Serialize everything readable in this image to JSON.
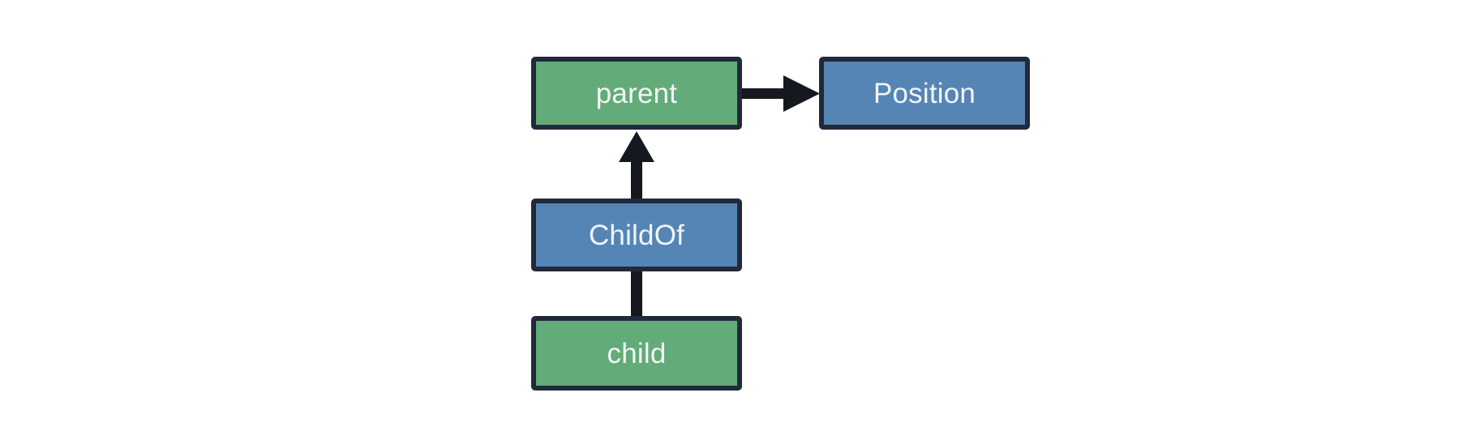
{
  "diagram": {
    "type": "entity-relationship-graph",
    "background_color": "#ffffff",
    "palette": {
      "entity_fill": "#63ab78",
      "relation_fill": "#5585b5",
      "border": "#22293a",
      "edge": "#15181f",
      "label_text": "#f2f5f8"
    },
    "nodes": [
      {
        "id": "parent",
        "label": "parent",
        "kind": "entity",
        "fill": "#63ab78",
        "border": "#22293a"
      },
      {
        "id": "position",
        "label": "Position",
        "kind": "component",
        "fill": "#5585b5",
        "border": "#22293a"
      },
      {
        "id": "childof",
        "label": "ChildOf",
        "kind": "relation",
        "fill": "#5585b5",
        "border": "#22293a"
      },
      {
        "id": "child",
        "label": "child",
        "kind": "entity",
        "fill": "#63ab78",
        "border": "#22293a"
      }
    ],
    "edges": [
      {
        "id": "parent-to-position",
        "from": "parent",
        "to": "position",
        "label": "",
        "arrowhead": "target",
        "orientation": "horizontal"
      },
      {
        "id": "childof-to-parent",
        "from": "childof",
        "to": "parent",
        "label": "",
        "arrowhead": "target",
        "orientation": "vertical-up"
      },
      {
        "id": "child-to-childof",
        "from": "child",
        "to": "childof",
        "label": "",
        "arrowhead": "none",
        "orientation": "vertical"
      }
    ]
  }
}
